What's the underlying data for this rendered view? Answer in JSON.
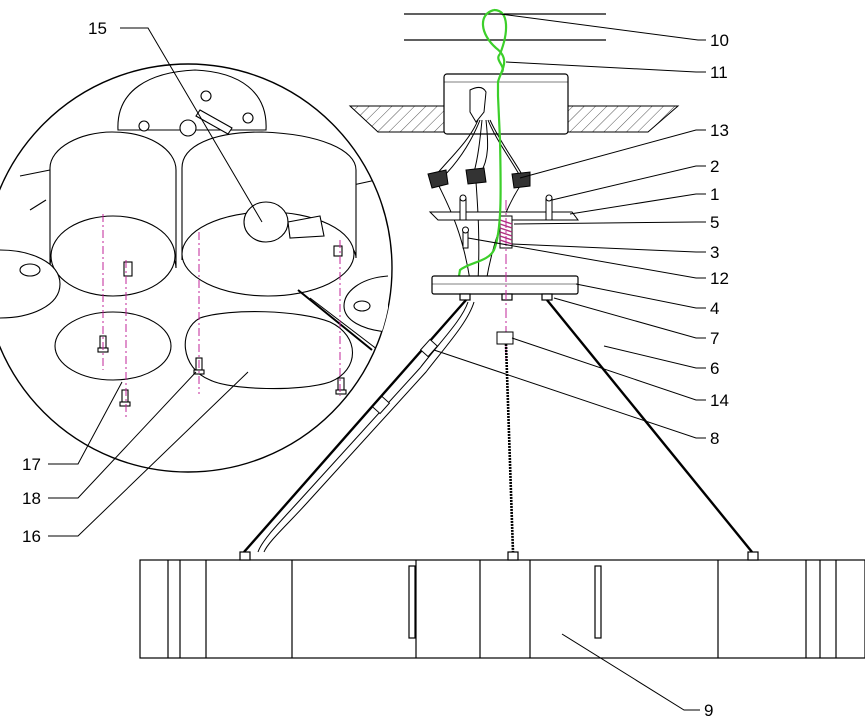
{
  "callouts": {
    "n1": "1",
    "n2": "2",
    "n3": "3",
    "n4": "4",
    "n5": "5",
    "n6": "6",
    "n7": "7",
    "n8": "8",
    "n9": "9",
    "n10": "10",
    "n11": "11",
    "n12": "12",
    "n13": "13",
    "n14": "14",
    "n15": "15",
    "n16": "16",
    "n17": "17",
    "n18": "18"
  },
  "colors": {
    "line": "#000000",
    "wire_green": "#3ccf2a",
    "center_axis": "#c0259a",
    "spring": "#b0307f",
    "hatch": "#555555"
  }
}
